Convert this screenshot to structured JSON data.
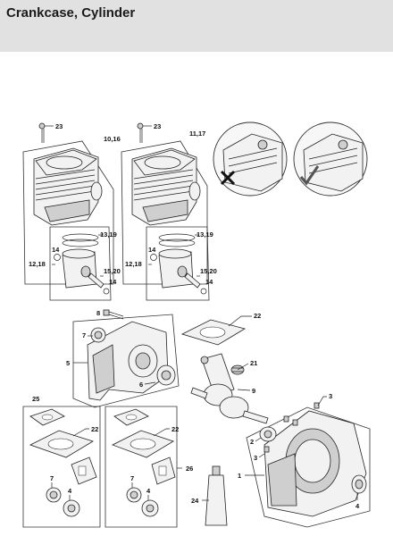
{
  "header": {
    "title": "Crankcase, Cylinder"
  },
  "callouts": {
    "c23a": "23",
    "c1016": "10,16",
    "c23b": "23",
    "c1117": "11,17",
    "c1319a": "13,19",
    "c14a1": "14",
    "c1218a": "12,18",
    "c1520a": "15,20",
    "c14a2": "14",
    "c1319b": "13,19",
    "c14b1": "14",
    "c1218b": "12,18",
    "c1520b": "15,20",
    "c14b2": "14",
    "c8": "8",
    "c7a": "7",
    "c5": "5",
    "c6": "6",
    "c22a": "22",
    "c21": "21",
    "c9": "9",
    "c3a": "3",
    "c25": "25",
    "c22b": "22",
    "c22c": "22",
    "c26": "26",
    "c7b": "7",
    "c4a": "4",
    "c7c": "7",
    "c4b": "4",
    "c2": "2",
    "c3b": "3",
    "c1": "1",
    "c4c": "4",
    "c24": "24"
  },
  "colors": {
    "header_bg": "#e1e1e1",
    "line": "#222222",
    "part_fill": "#f2f2f2",
    "part_shade": "#cfcfcf"
  },
  "icons": {
    "wrong": "x-mark-icon",
    "right": "check-mark-icon"
  }
}
